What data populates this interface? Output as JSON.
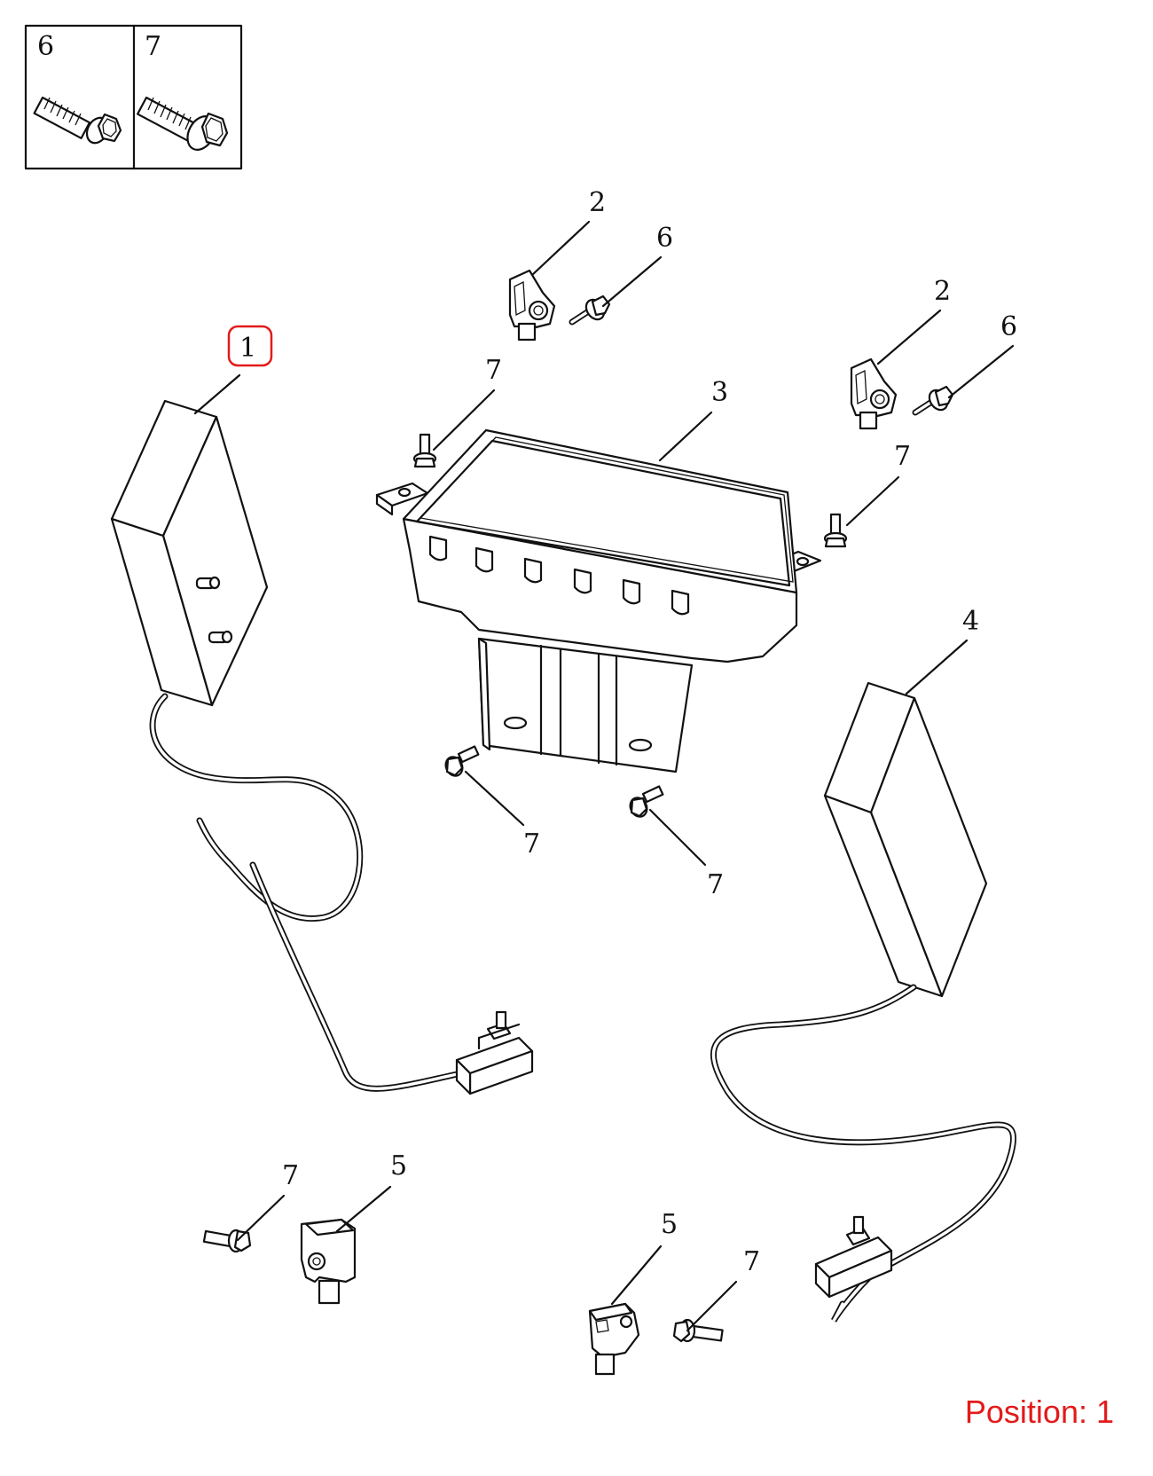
{
  "legend": {
    "cells": [
      {
        "label": "6",
        "icon": "flange-bolt-small-icon"
      },
      {
        "label": "7",
        "icon": "flange-bolt-large-icon"
      }
    ]
  },
  "callouts": {
    "c1": "1",
    "c2a": "2",
    "c2b": "2",
    "c3": "3",
    "c4": "4",
    "c5a": "5",
    "c5b": "5",
    "c6a": "6",
    "c6b": "6",
    "c7a": "7",
    "c7b": "7",
    "c7c": "7",
    "c7d": "7",
    "c7e": "7",
    "c7f": "7"
  },
  "position": {
    "text": "Position: 1",
    "color": "#e31a1a"
  },
  "highlight_color": "#e31a1a"
}
